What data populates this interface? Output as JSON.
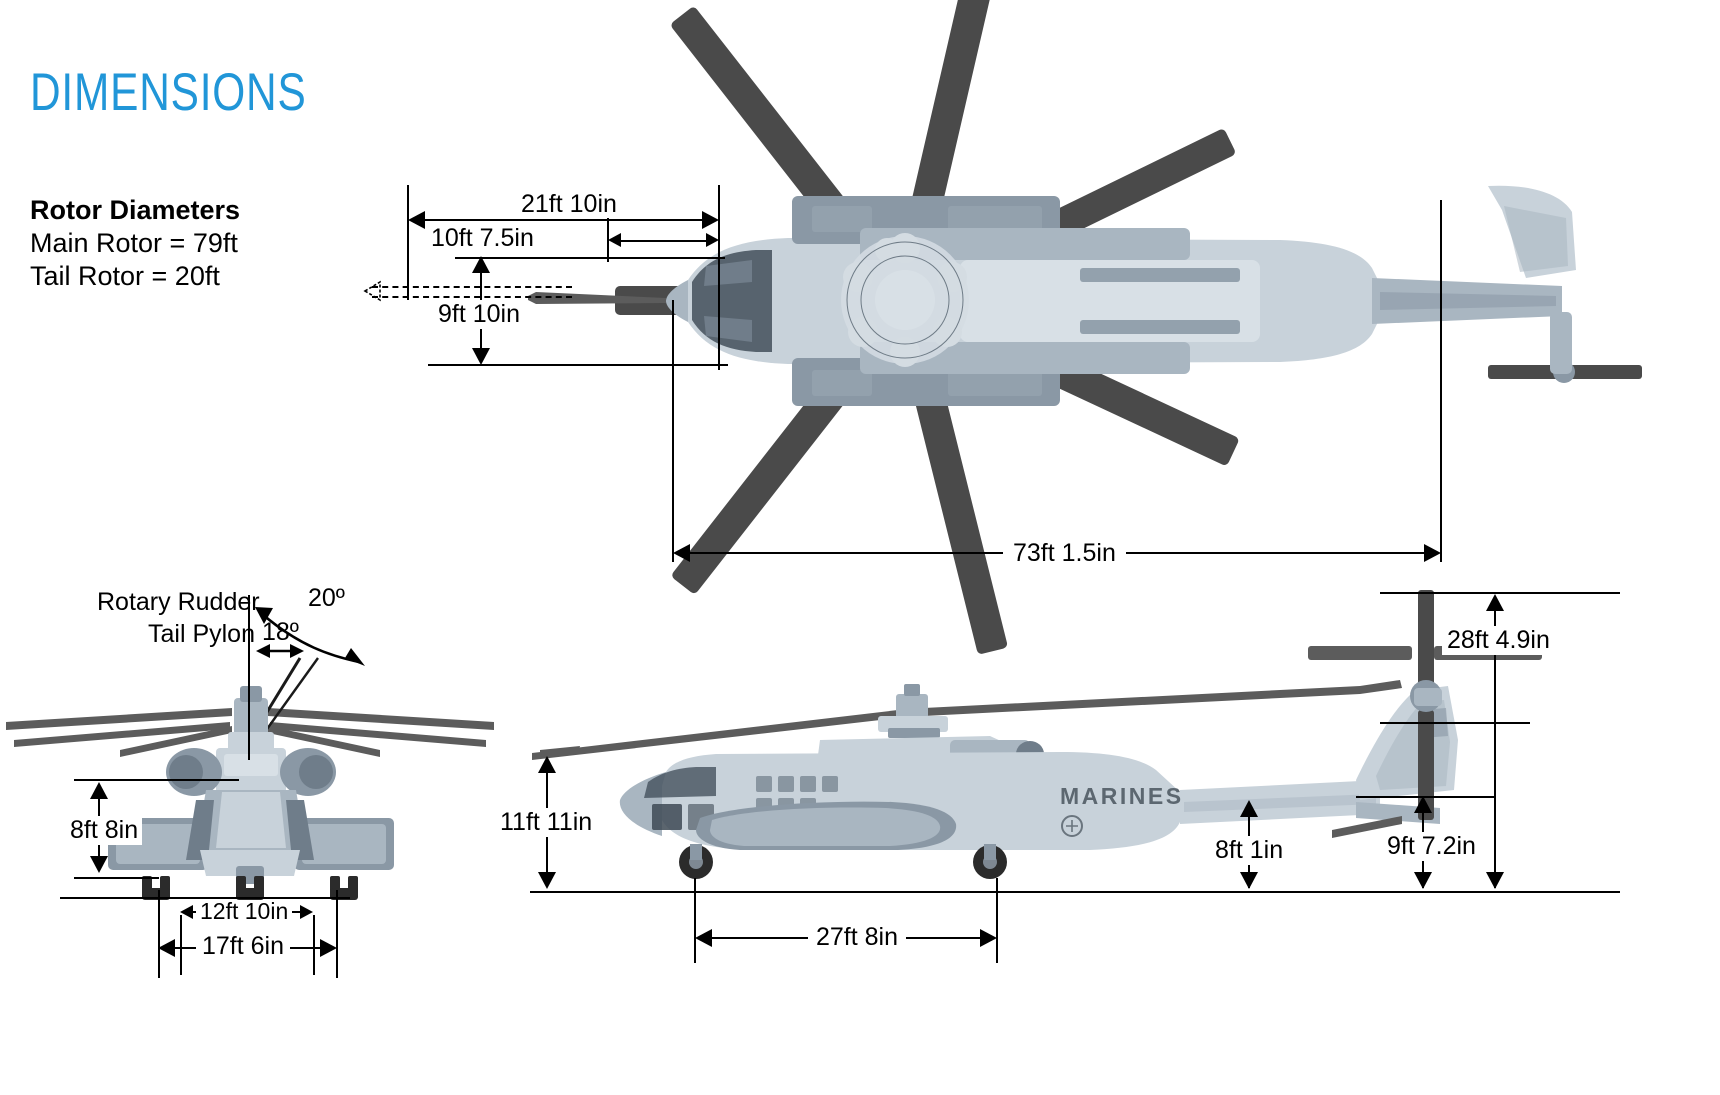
{
  "header": {
    "title": "DIMENSIONS",
    "title_color": "#2196d8"
  },
  "rotor_diameters": {
    "heading": "Rotor Diameters",
    "main_rotor": "Main Rotor = 79ft",
    "tail_rotor": "Tail Rotor = 20ft"
  },
  "top_view": {
    "name": "top-view",
    "dimensions": {
      "nose_to_rotor_front": "21ft 10in",
      "cockpit_offset": "10ft 7.5in",
      "probe_length": "9ft 10in",
      "overall_length": "73ft 1.5in"
    }
  },
  "front_view": {
    "name": "front-view",
    "labels": {
      "rotary_rudder": "Rotary Rudder",
      "tail_pylon": "Tail Pylon",
      "rudder_angle": "20º",
      "pylon_angle": "18º"
    },
    "dimensions": {
      "fuselage_height": "8ft 8in",
      "gear_track": "12ft 10in",
      "overall_width": "17ft 6in"
    }
  },
  "side_view": {
    "name": "side-view",
    "markings": {
      "service": "MARINES"
    },
    "dimensions": {
      "blade_tip_height": "11ft 11in",
      "tail_rotor_top": "28ft 4.9in",
      "tail_boom_height": "8ft 1in",
      "tail_rotor_clearance": "9ft 7.2in",
      "wheelbase": "27ft 8in"
    }
  }
}
